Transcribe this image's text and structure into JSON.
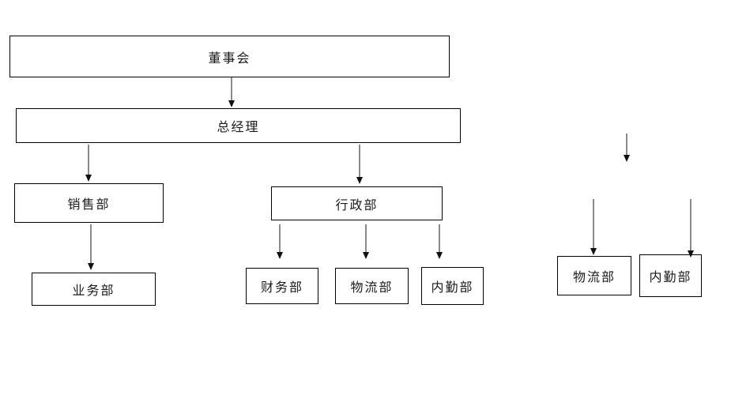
{
  "diagram": {
    "type": "org-chart",
    "background": "#ffffff",
    "colors": {
      "box_border": "#000000",
      "box_fill": "#ffffff",
      "text": "#1a1a1a",
      "arrow_shaft": "#8a8a8a",
      "arrow_head": "#111111"
    },
    "nodes": [
      {
        "id": "board",
        "label": "董事会"
      },
      {
        "id": "general-manager",
        "label": "总经理"
      },
      {
        "id": "sales-dept",
        "label": "销售部"
      },
      {
        "id": "admin-dept",
        "label": "行政部"
      },
      {
        "id": "business-dept",
        "label": "业务部"
      },
      {
        "id": "finance-dept",
        "label": "财务部"
      },
      {
        "id": "logistics-dept",
        "label": "物流部"
      },
      {
        "id": "internal-affairs-dept",
        "label": "内勤部"
      },
      {
        "id": "logistics-dept-right",
        "label": "物流部"
      },
      {
        "id": "internal-affairs-dept-right",
        "label": "内勤部"
      }
    ],
    "edges": [
      {
        "from": "board",
        "to": "general-manager"
      },
      {
        "from": "general-manager",
        "to": "sales-dept"
      },
      {
        "from": "general-manager",
        "to": "admin-dept"
      },
      {
        "from": "sales-dept",
        "to": "business-dept"
      },
      {
        "from": "admin-dept",
        "to": "finance-dept"
      },
      {
        "from": "admin-dept",
        "to": "logistics-dept"
      },
      {
        "from": "admin-dept",
        "to": "internal-affairs-dept"
      },
      {
        "from": null,
        "to": null,
        "note": "dangling short arrow, upper right"
      },
      {
        "from": null,
        "to": "logistics-dept-right",
        "note": "dangling arrow"
      },
      {
        "from": null,
        "to": "internal-affairs-dept-right",
        "note": "dangling arrow"
      }
    ]
  }
}
